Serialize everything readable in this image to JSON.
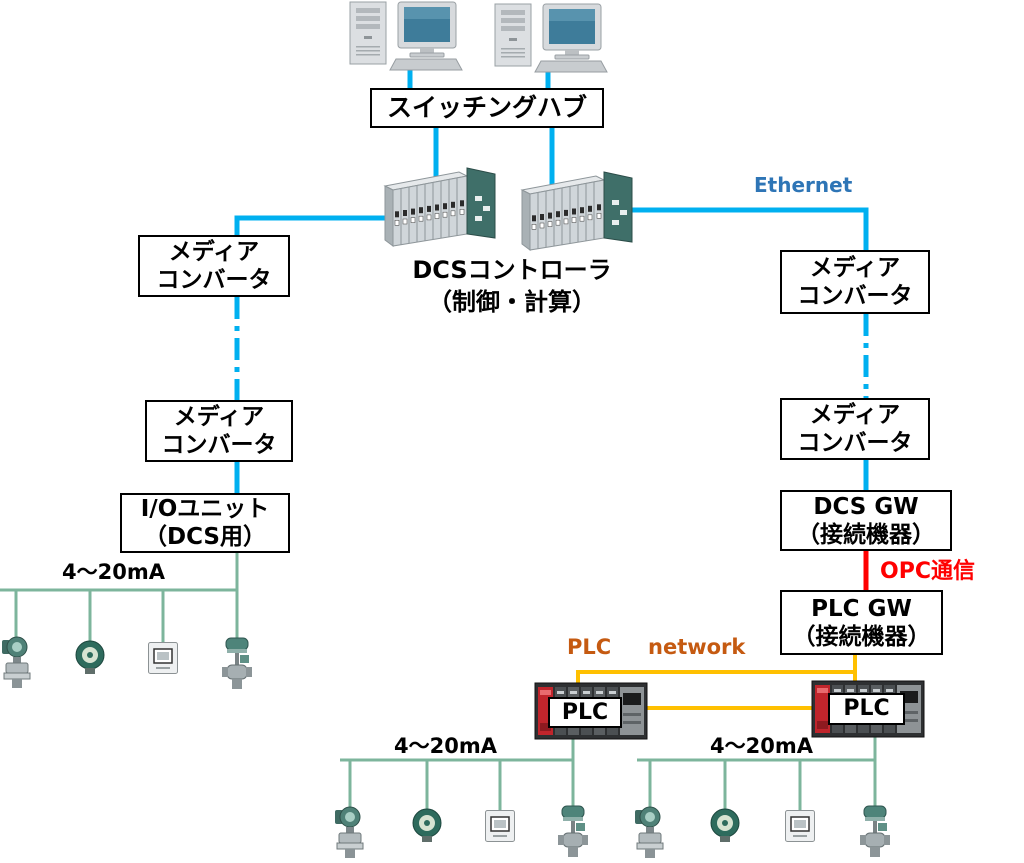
{
  "colors": {
    "ethernet_line": "#00B0F0",
    "analog_signal_line": "#7DB59C",
    "plc_network_line": "#FFC000",
    "opc_line": "#FF0000",
    "ethernet_label": "#2E75B6",
    "plc_network_label": "#C55A11",
    "opc_label": "#FF0000"
  },
  "workstations": [
    {
      "icon": "desktop-computer-icon"
    },
    {
      "icon": "desktop-computer-icon"
    }
  ],
  "switching_hub": {
    "label": "スイッチングハブ"
  },
  "dcs_controller": {
    "icon": "dcs-controller-icon",
    "label": "DCSコントローラ",
    "sublabel": "（制御・計算）"
  },
  "left_branch": {
    "media_converter_upper": {
      "lines": [
        "メディア",
        "コンバータ"
      ]
    },
    "media_converter_lower": {
      "lines": [
        "メディア",
        "コンバータ"
      ]
    },
    "io_unit": {
      "lines": [
        "I/Oユニット",
        "（DCS用）"
      ]
    },
    "signal_label": "4～20mA",
    "field_devices": [
      "pressure-transmitter-icon",
      "flowmeter-icon",
      "analyzer-icon",
      "control-valve-icon"
    ]
  },
  "right_branch": {
    "network_label": "Ethernet",
    "media_converter_upper": {
      "lines": [
        "メディア",
        "コンバータ"
      ]
    },
    "media_converter_lower": {
      "lines": [
        "メディア",
        "コンバータ"
      ]
    },
    "dcs_gateway": {
      "lines": [
        "DCS GW",
        "（接続機器）"
      ]
    },
    "opc_label": "OPC通信",
    "plc_gateway": {
      "lines": [
        "PLC GW",
        "（接続機器）"
      ]
    }
  },
  "plc_network": {
    "label_plc": "PLC",
    "label_network": "network",
    "plcs": [
      {
        "label": "PLC",
        "signal_label": "4～20mA",
        "field_devices": [
          "pressure-transmitter-icon",
          "flowmeter-icon",
          "analyzer-icon",
          "control-valve-icon"
        ]
      },
      {
        "label": "PLC",
        "signal_label": "4～20mA",
        "field_devices": [
          "pressure-transmitter-icon",
          "flowmeter-icon",
          "analyzer-icon",
          "control-valve-icon"
        ]
      }
    ]
  }
}
